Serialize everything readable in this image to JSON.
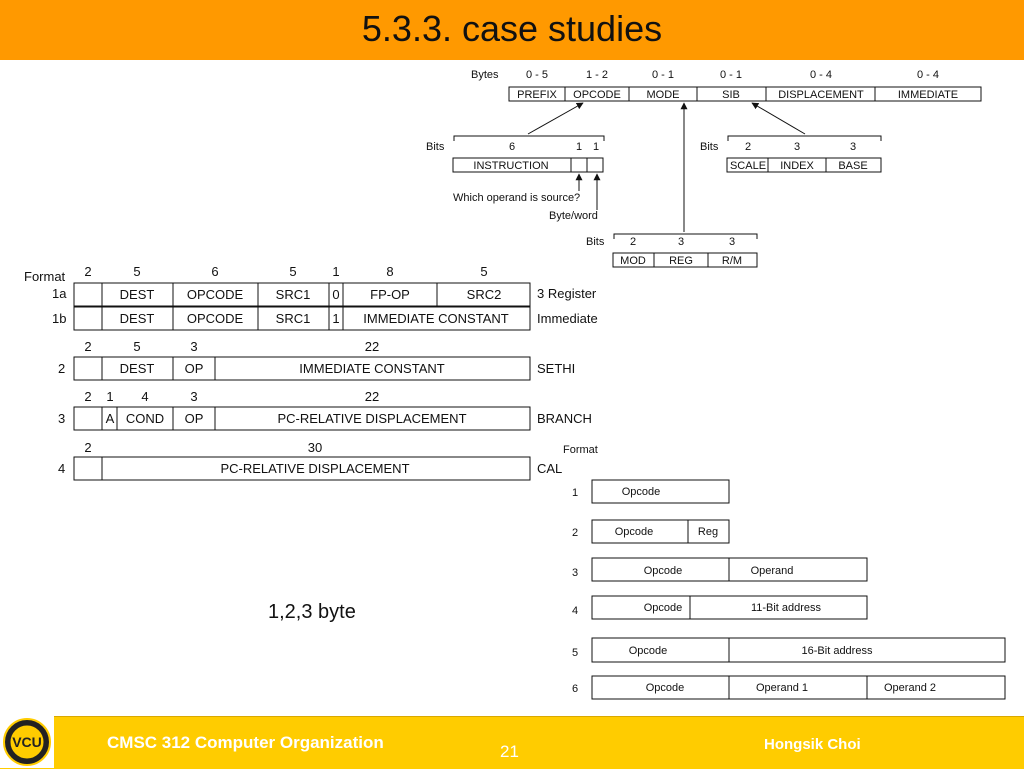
{
  "title": "5.3.3. case studies",
  "footer": {
    "course": "CMSC 312 Computer Organization",
    "page": "21",
    "author": "Hongsik Choi",
    "logo_text": "VCU"
  },
  "pentium": {
    "bytes_label": "Bytes",
    "fields": [
      {
        "size": "0 - 5",
        "name": "PREFIX"
      },
      {
        "size": "1 - 2",
        "name": "OPCODE"
      },
      {
        "size": "0 - 1",
        "name": "MODE"
      },
      {
        "size": "0 - 1",
        "name": "SIB"
      },
      {
        "size": "0 - 4",
        "name": "DISPLACEMENT"
      },
      {
        "size": "0 - 4",
        "name": "IMMEDIATE"
      }
    ],
    "opcode_detail": {
      "bits_label": "Bits",
      "sizes": [
        "6",
        "1",
        "1"
      ],
      "fields": [
        "INSTRUCTION",
        "",
        ""
      ],
      "note_source": "Which operand is source?",
      "note_byte": "Byte/word"
    },
    "sib_detail": {
      "bits_label": "Bits",
      "sizes": [
        "2",
        "3",
        "3"
      ],
      "fields": [
        "SCALE",
        "INDEX",
        "BASE"
      ]
    },
    "mode_detail": {
      "bits_label": "Bits",
      "sizes": [
        "2",
        "3",
        "3"
      ],
      "fields": [
        "MOD",
        "REG",
        "R/M"
      ]
    }
  },
  "sparc": {
    "format_label": "Format",
    "formats": [
      {
        "label": "1a",
        "desc": "3 Register",
        "sizes": [
          "2",
          "5",
          "6",
          "5",
          "1",
          "8",
          "5"
        ],
        "fields": [
          "",
          "DEST",
          "OPCODE",
          "SRC1",
          "0",
          "FP-OP",
          "SRC2"
        ]
      },
      {
        "label": "1b",
        "desc": "Immediate",
        "fields": [
          "",
          "DEST",
          "OPCODE",
          "SRC1",
          "1",
          "IMMEDIATE CONSTANT"
        ]
      },
      {
        "label": "2",
        "desc": "SETHI",
        "sizes": [
          "2",
          "5",
          "3",
          "22"
        ],
        "fields": [
          "",
          "DEST",
          "OP",
          "IMMEDIATE CONSTANT"
        ]
      },
      {
        "label": "3",
        "desc": "BRANCH",
        "sizes": [
          "2",
          "1",
          "4",
          "3",
          "22"
        ],
        "fields": [
          "",
          "A",
          "COND",
          "OP",
          "PC-RELATIVE DISPLACEMENT"
        ]
      },
      {
        "label": "4",
        "desc": "CAL",
        "sizes": [
          "2",
          "30"
        ],
        "fields": [
          "",
          "PC-RELATIVE DISPLACEMENT"
        ]
      }
    ]
  },
  "byte_label": "1,2,3 byte",
  "generic": {
    "format_label": "Format",
    "rows": [
      {
        "num": "1",
        "fields": [
          "Opcode"
        ]
      },
      {
        "num": "2",
        "fields": [
          "Opcode",
          "Reg"
        ]
      },
      {
        "num": "3",
        "fields": [
          "Opcode",
          "Operand"
        ]
      },
      {
        "num": "4",
        "fields": [
          "Opcode",
          "11-Bit address"
        ]
      },
      {
        "num": "5",
        "fields": [
          "Opcode",
          "16-Bit address"
        ]
      },
      {
        "num": "6",
        "fields": [
          "Opcode",
          "Operand 1",
          "Operand 2"
        ]
      }
    ]
  }
}
